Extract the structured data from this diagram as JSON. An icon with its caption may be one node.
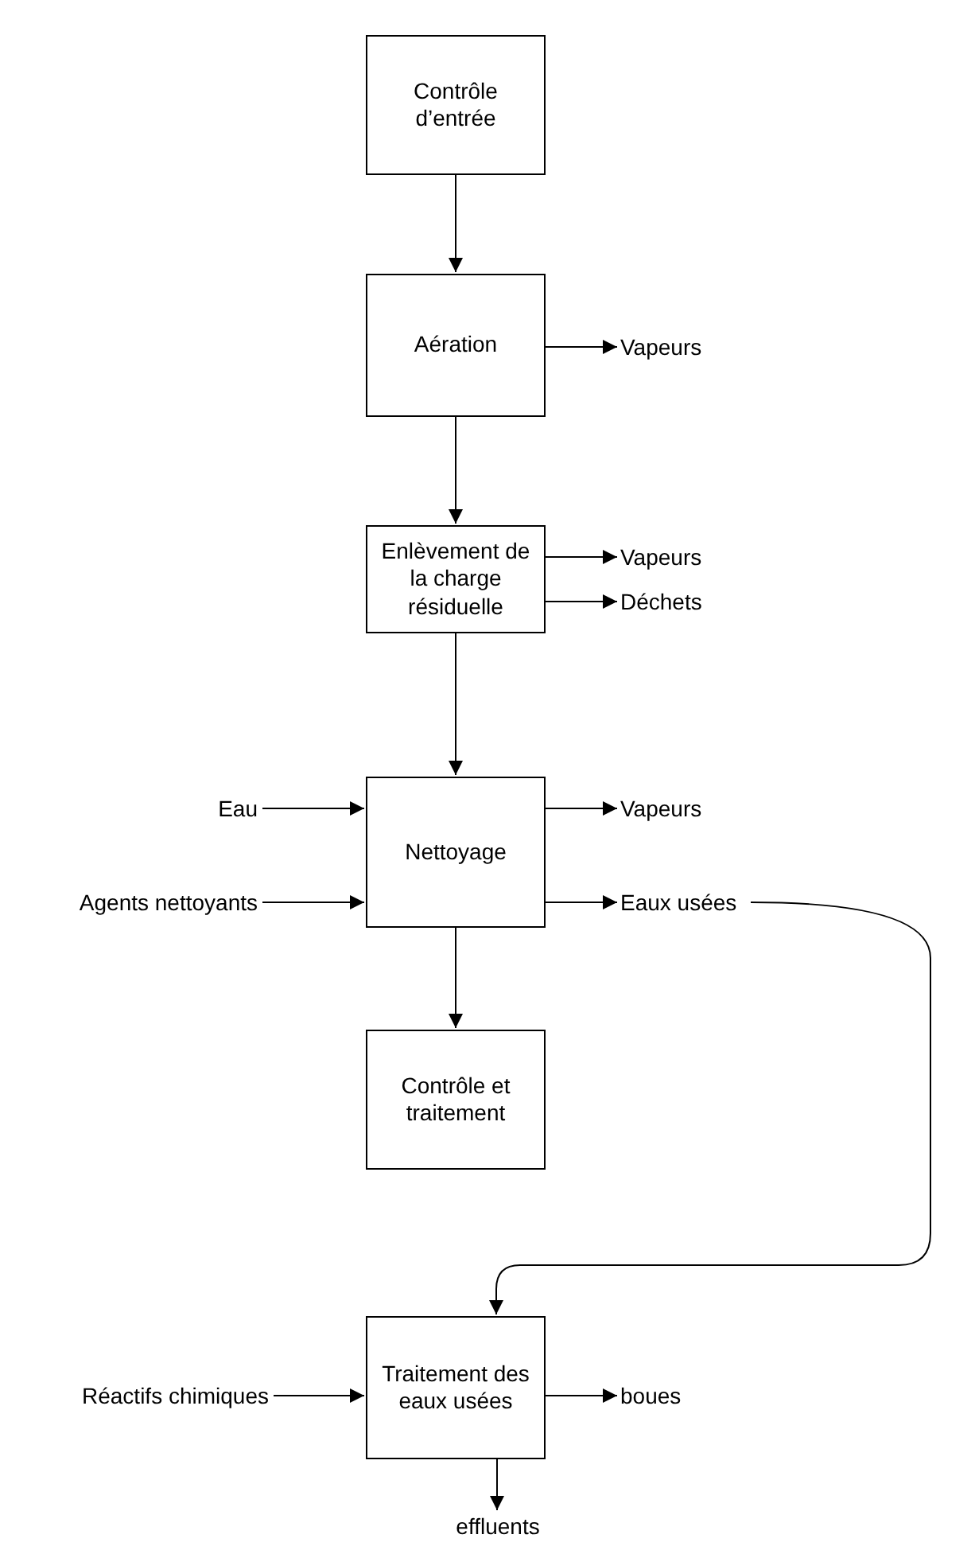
{
  "diagram": {
    "nodes": [
      {
        "text": [
          "Contrôle d’entrée"
        ]
      },
      {
        "text": [
          "Aération"
        ]
      },
      {
        "text": [
          "Vapeurs"
        ]
      },
      {
        "text": [
          "Enlèvement de la charge résiduelle"
        ]
      },
      {
        "text": [
          "Vapeurs"
        ]
      },
      {
        "text": [
          "Déchets"
        ]
      },
      {
        "text": [
          "Eau"
        ]
      },
      {
        "text": [
          "Nettoyage"
        ]
      },
      {
        "text": [
          "Vapeurs"
        ]
      },
      {
        "text": [
          "Agents nettoyants"
        ]
      },
      {
        "text": [
          "Eaux usées"
        ]
      },
      {
        "text": [
          "Contrôle et traitement"
        ]
      },
      {
        "text": [
          "Réactifs chimiques"
        ]
      },
      {
        "text": [
          "Traitement des eaux usées"
        ]
      },
      {
        "text": [
          "boues"
        ]
      },
      {
        "text": [
          "effluents"
        ]
      }
    ],
    "edges": [
      {
        "from": 0,
        "to": 1,
        "arrow": "to"
      },
      {
        "from": 1,
        "to": 2,
        "arrow": "to"
      },
      {
        "from": 1,
        "to": 3,
        "arrow": "to"
      },
      {
        "from": 3,
        "to": 4,
        "arrow": "to"
      },
      {
        "from": 3,
        "to": 5,
        "arrow": "to"
      },
      {
        "from": 3,
        "to": 7,
        "arrow": "to"
      },
      {
        "from": 6,
        "to": 7,
        "arrow": "to"
      },
      {
        "from": 9,
        "to": 7,
        "arrow": "to"
      },
      {
        "from": 7,
        "to": 8,
        "arrow": "to"
      },
      {
        "from": 7,
        "to": 10,
        "arrow": "to"
      },
      {
        "from": 7,
        "to": 11,
        "arrow": "to"
      },
      {
        "from": 10,
        "to": 13,
        "arrow": "to"
      },
      {
        "from": 12,
        "to": 13,
        "arrow": "to"
      },
      {
        "from": 13,
        "to": 14,
        "arrow": "to"
      },
      {
        "from": 13,
        "to": 15,
        "arrow": "to"
      }
    ]
  }
}
